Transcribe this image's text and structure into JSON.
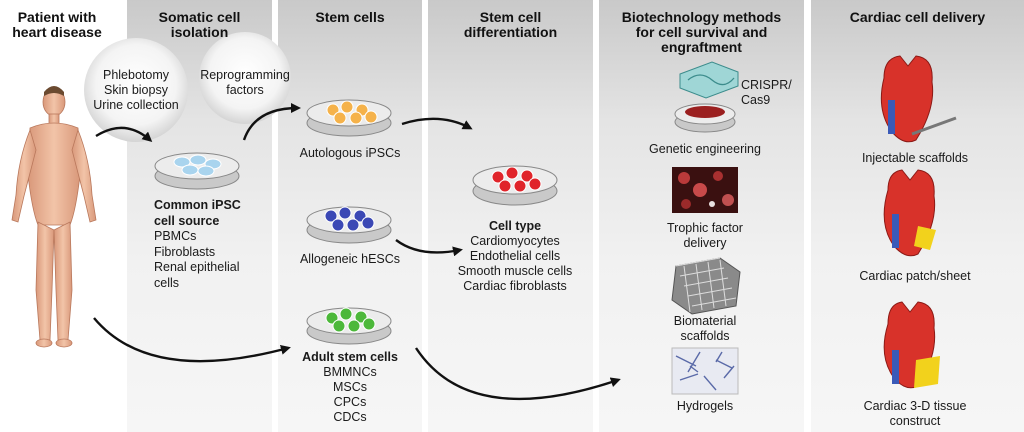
{
  "columns": {
    "patient": {
      "title_line1": "Patient with",
      "title_line2": "heart disease"
    },
    "somatic": {
      "title_line1": "Somatic cell",
      "title_line2": "isolation"
    },
    "stem": {
      "title": "Stem cells"
    },
    "differentiation": {
      "title_line1": "Stem cell",
      "title_line2": "differentiation"
    },
    "biotech": {
      "title_line1": "Biotechnology methods",
      "title_line2": "for cell survival and",
      "title_line3": "engraftment"
    },
    "delivery": {
      "title": "Cardiac cell delivery"
    }
  },
  "somatic": {
    "bubble_lines": [
      "Phlebotomy",
      "Skin biopsy",
      "Urine collection"
    ],
    "heading_line1": "Common iPSC",
    "heading_line2": "cell source",
    "items": [
      "PBMCs",
      "Fibroblasts",
      "Renal epithelial",
      "cells"
    ]
  },
  "reprogramming": {
    "line1": "Reprogramming",
    "line2": "factors"
  },
  "stem": {
    "autologous": "Autologous iPSCs",
    "allogeneic": "Allogeneic hESCs",
    "adult_heading": "Adult stem cells",
    "adult_items": [
      "BMMNCs",
      "MSCs",
      "CPCs",
      "CDCs"
    ]
  },
  "differentiation": {
    "heading": "Cell type",
    "items": [
      "Cardiomyocytes",
      "Endothelial cells",
      "Smooth muscle cells",
      "Cardiac fibroblasts"
    ]
  },
  "biotech": {
    "crispr_line1": "CRISPR/",
    "crispr_line2": "Cas9",
    "genetic": "Genetic engineering",
    "trophic_line1": "Trophic factor",
    "trophic_line2": "delivery",
    "scaffold_line1": "Biomaterial",
    "scaffold_line2": "scaffolds",
    "hydrogels": "Hydrogels"
  },
  "delivery": {
    "injectable": "Injectable scaffolds",
    "patch": "Cardiac patch/sheet",
    "construct_line1": "Cardiac 3-D tissue",
    "construct_line2": "construct"
  },
  "colors": {
    "somatic_cells": "#a9d4ee",
    "ipsc_cells": "#f5b24a",
    "hesc_cells": "#3b48b5",
    "adult_cells": "#4cb83a",
    "differentiated_cells": "#e0242a",
    "heart": "#d8322a",
    "patch": "#f2d21c"
  }
}
